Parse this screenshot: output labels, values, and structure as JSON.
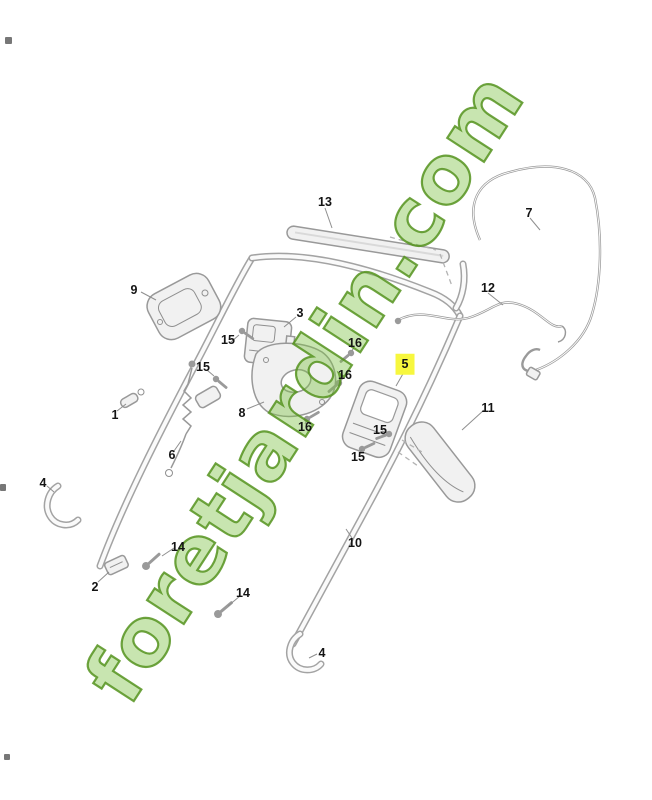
{
  "watermark": {
    "text": "foretjardin.com",
    "fill_color": "#7cc242",
    "stroke_color": "#55931f"
  },
  "diagram": {
    "highlight_color": "#f7f73e",
    "labels": [
      {
        "text": "13"
      },
      {
        "text": "7"
      },
      {
        "text": "9"
      },
      {
        "text": "3"
      },
      {
        "text": "12"
      },
      {
        "text": "15"
      },
      {
        "text": "16"
      },
      {
        "text": "5",
        "highlighted": true
      },
      {
        "text": "15"
      },
      {
        "text": "16"
      },
      {
        "text": "8"
      },
      {
        "text": "1"
      },
      {
        "text": "16"
      },
      {
        "text": "15"
      },
      {
        "text": "11"
      },
      {
        "text": "15"
      },
      {
        "text": "6"
      },
      {
        "text": "4"
      },
      {
        "text": "14"
      },
      {
        "text": "2"
      },
      {
        "text": "10"
      },
      {
        "text": "14"
      },
      {
        "text": "4"
      }
    ]
  }
}
